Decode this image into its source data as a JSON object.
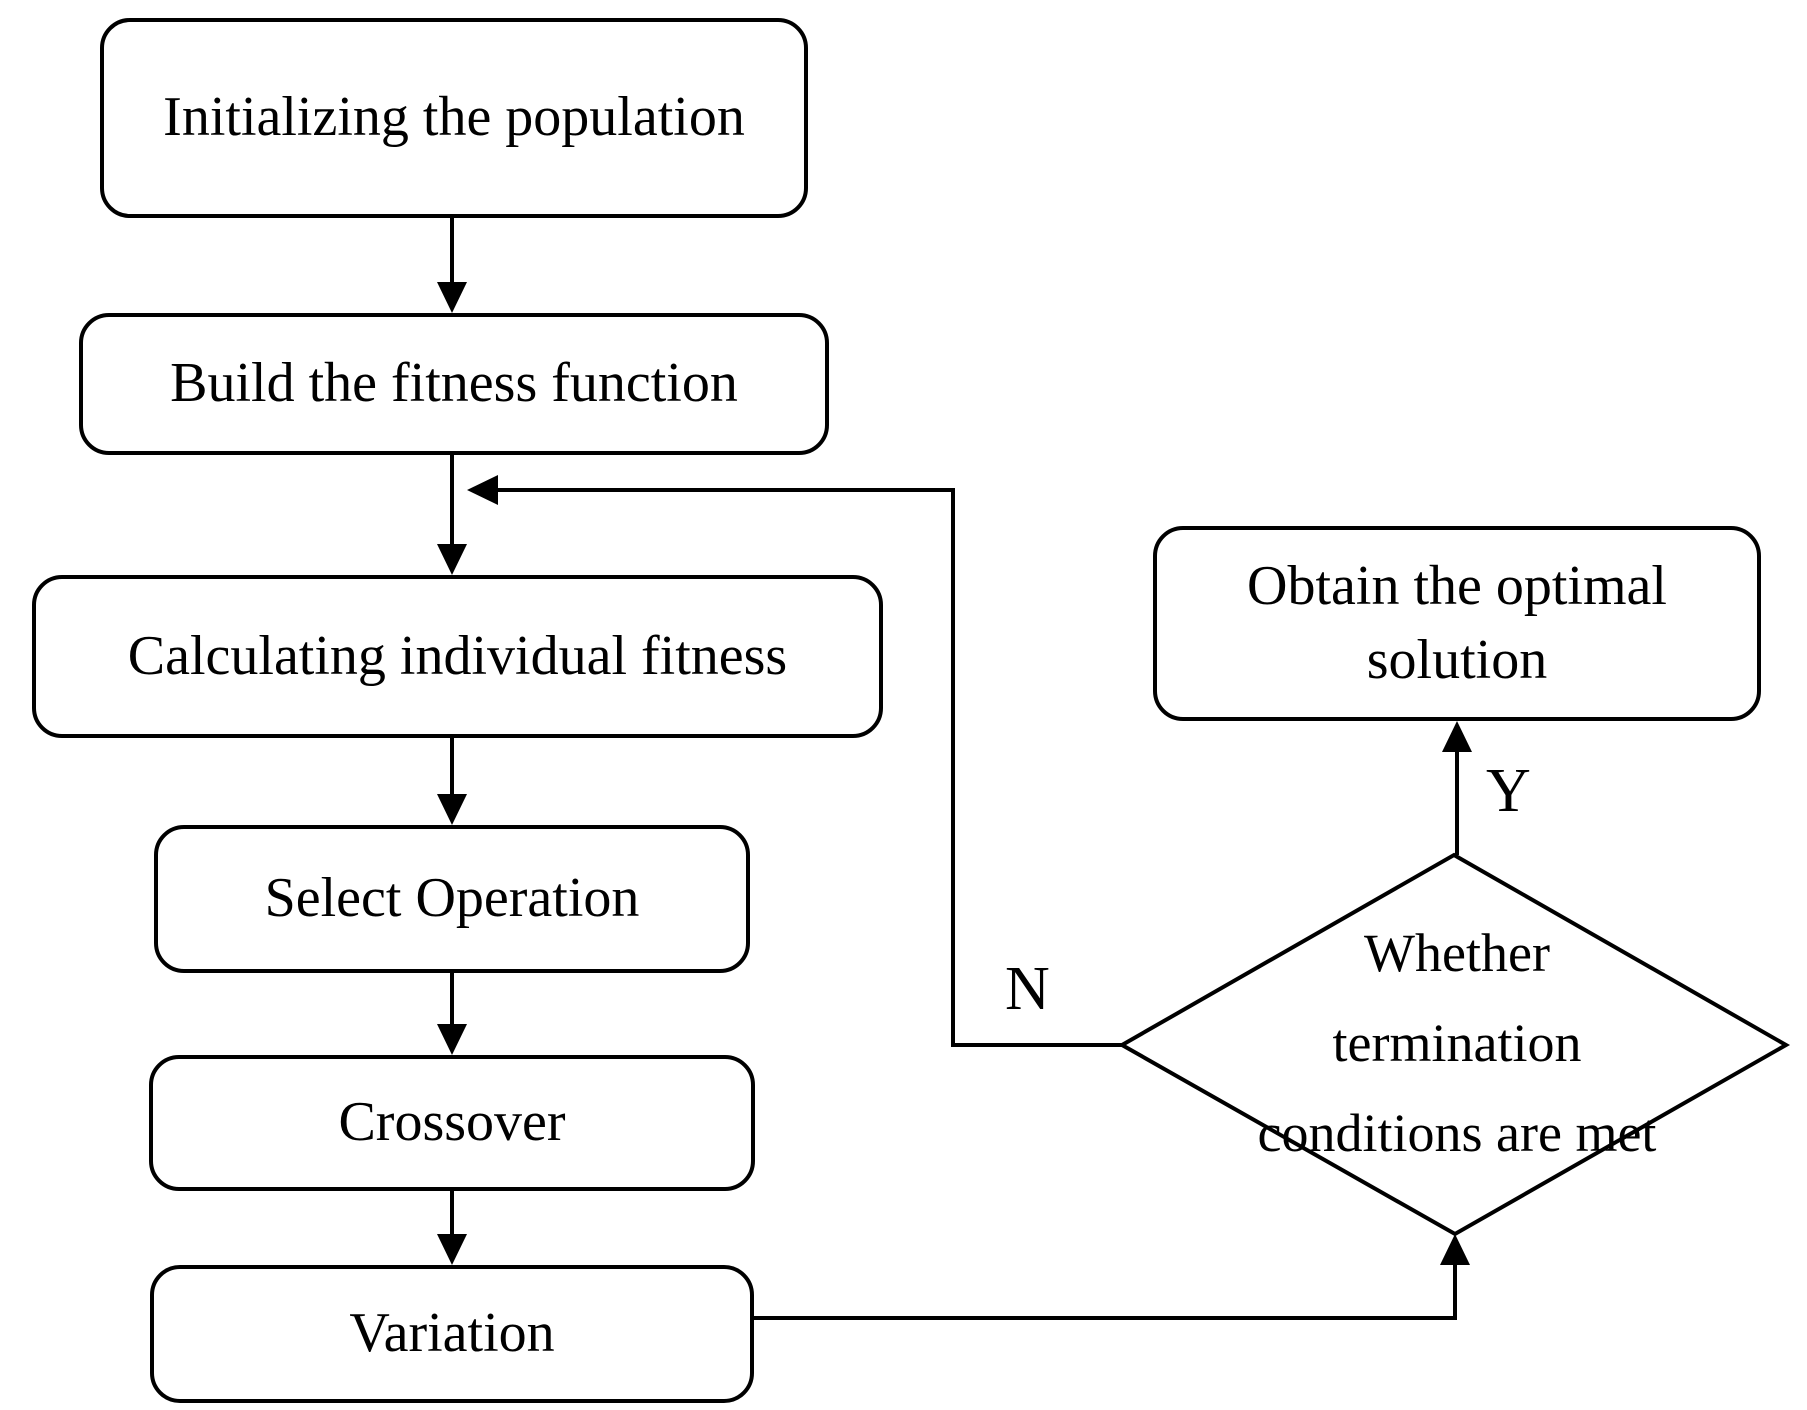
{
  "colors": {
    "stroke": "#000000",
    "background": "#ffffff"
  },
  "nodes": {
    "init": {
      "label": "Initializing the population"
    },
    "build": {
      "label": "Build the fitness function"
    },
    "calc": {
      "label": "Calculating individual fitness"
    },
    "select": {
      "label": "Select Operation"
    },
    "crossover": {
      "label": "Crossover"
    },
    "variation": {
      "label": "Variation"
    },
    "obtain": {
      "label": "Obtain the optimal solution"
    },
    "decision": {
      "lines": [
        "Whether",
        "termination",
        "conditions are met"
      ]
    }
  },
  "edge_labels": {
    "yes": "Y",
    "no": "N"
  }
}
